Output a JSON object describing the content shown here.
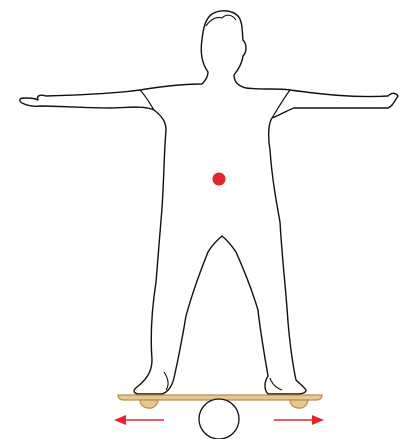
{
  "illustration": {
    "subject": "person-balancing-on-balance-board",
    "colors": {
      "background": "#ffffff",
      "outline": "#111111",
      "center_of_mass": "#e3262d",
      "arrows": "#e3262d",
      "board_fill": "#e9c88f",
      "board_edge": "#b98e4f",
      "roller_fill": "#ffffff"
    },
    "arrows": [
      "arrow-left",
      "arrow-right"
    ]
  }
}
